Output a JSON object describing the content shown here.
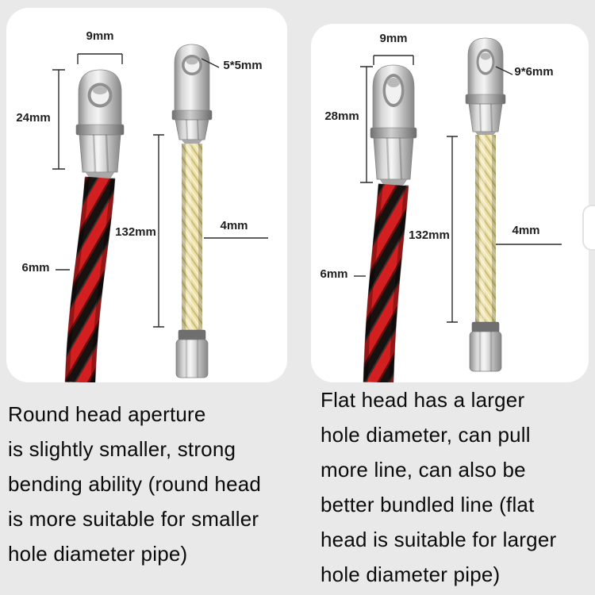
{
  "panels": {
    "left": {
      "labels": {
        "top_width": "9mm",
        "head_height": "24mm",
        "cable_width": "6mm",
        "hole_size": "5*5mm",
        "cable_length": "132mm",
        "steel_width": "4mm"
      },
      "caption_lines": [
        "Round head aperture",
        "is slightly smaller, strong",
        "bending ability (round head",
        "is more suitable for smaller",
        "hole diameter pipe)"
      ]
    },
    "right": {
      "labels": {
        "top_width": "9mm",
        "head_height": "28mm",
        "cable_width": "6mm",
        "hole_size": "9*6mm",
        "cable_length": "132mm",
        "steel_width": "4mm"
      },
      "caption_lines": [
        "Flat head has a larger",
        "hole diameter, can pull",
        "more line, can also be",
        "better bundled line (flat",
        "head is suitable for larger",
        "hole diameter pipe)"
      ]
    }
  },
  "colors": {
    "background": "#e9e9e9",
    "card": "#ffffff",
    "cable_red": "#d31f1f",
    "cable_black": "#171110",
    "steel_yellow": "#ece1a9",
    "metal_light": "#f2f2f2",
    "metal_dark": "#8a8a8a",
    "dimension_line": "#2c2c2c"
  }
}
